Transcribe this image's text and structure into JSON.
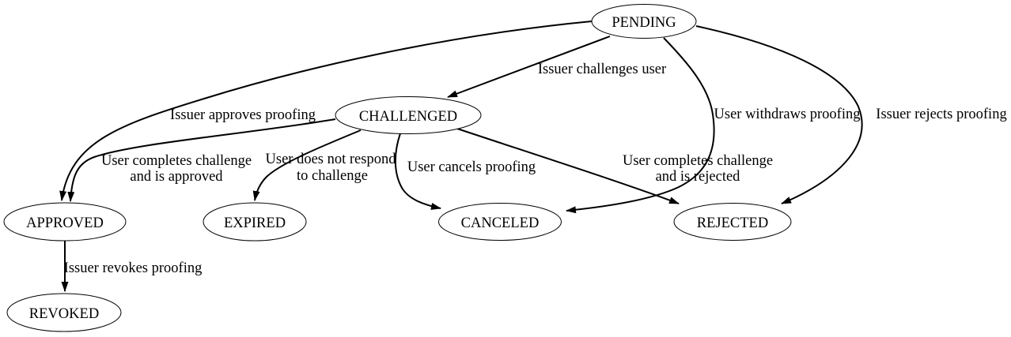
{
  "diagram": {
    "type": "state-diagram",
    "colors": {
      "background": "#ffffff",
      "node_fill": "#ffffff",
      "stroke": "#000000",
      "text": "#000000"
    },
    "nodes": [
      {
        "id": "PENDING",
        "label": "PENDING"
      },
      {
        "id": "CHALLENGED",
        "label": "CHALLENGED"
      },
      {
        "id": "APPROVED",
        "label": "APPROVED"
      },
      {
        "id": "EXPIRED",
        "label": "EXPIRED"
      },
      {
        "id": "CANCELED",
        "label": "CANCELED"
      },
      {
        "id": "REJECTED",
        "label": "REJECTED"
      },
      {
        "id": "REVOKED",
        "label": "REVOKED"
      }
    ],
    "edges": [
      {
        "from": "PENDING",
        "to": "CHALLENGED",
        "lines": [
          "Issuer challenges user"
        ]
      },
      {
        "from": "PENDING",
        "to": "APPROVED",
        "lines": [
          "Issuer approves proofing"
        ]
      },
      {
        "from": "PENDING",
        "to": "CANCELED",
        "lines": [
          "User withdraws proofing"
        ]
      },
      {
        "from": "PENDING",
        "to": "REJECTED",
        "lines": [
          "Issuer rejects proofing"
        ]
      },
      {
        "from": "CHALLENGED",
        "to": "APPROVED",
        "lines": [
          "User completes challenge",
          "and is approved"
        ]
      },
      {
        "from": "CHALLENGED",
        "to": "EXPIRED",
        "lines": [
          "User does not respond",
          "to challenge"
        ]
      },
      {
        "from": "CHALLENGED",
        "to": "CANCELED",
        "lines": [
          "User cancels proofing"
        ]
      },
      {
        "from": "CHALLENGED",
        "to": "REJECTED",
        "lines": [
          "User completes challenge",
          "and is rejected"
        ]
      },
      {
        "from": "APPROVED",
        "to": "REVOKED",
        "lines": [
          "Issuer revokes proofing"
        ]
      }
    ]
  }
}
